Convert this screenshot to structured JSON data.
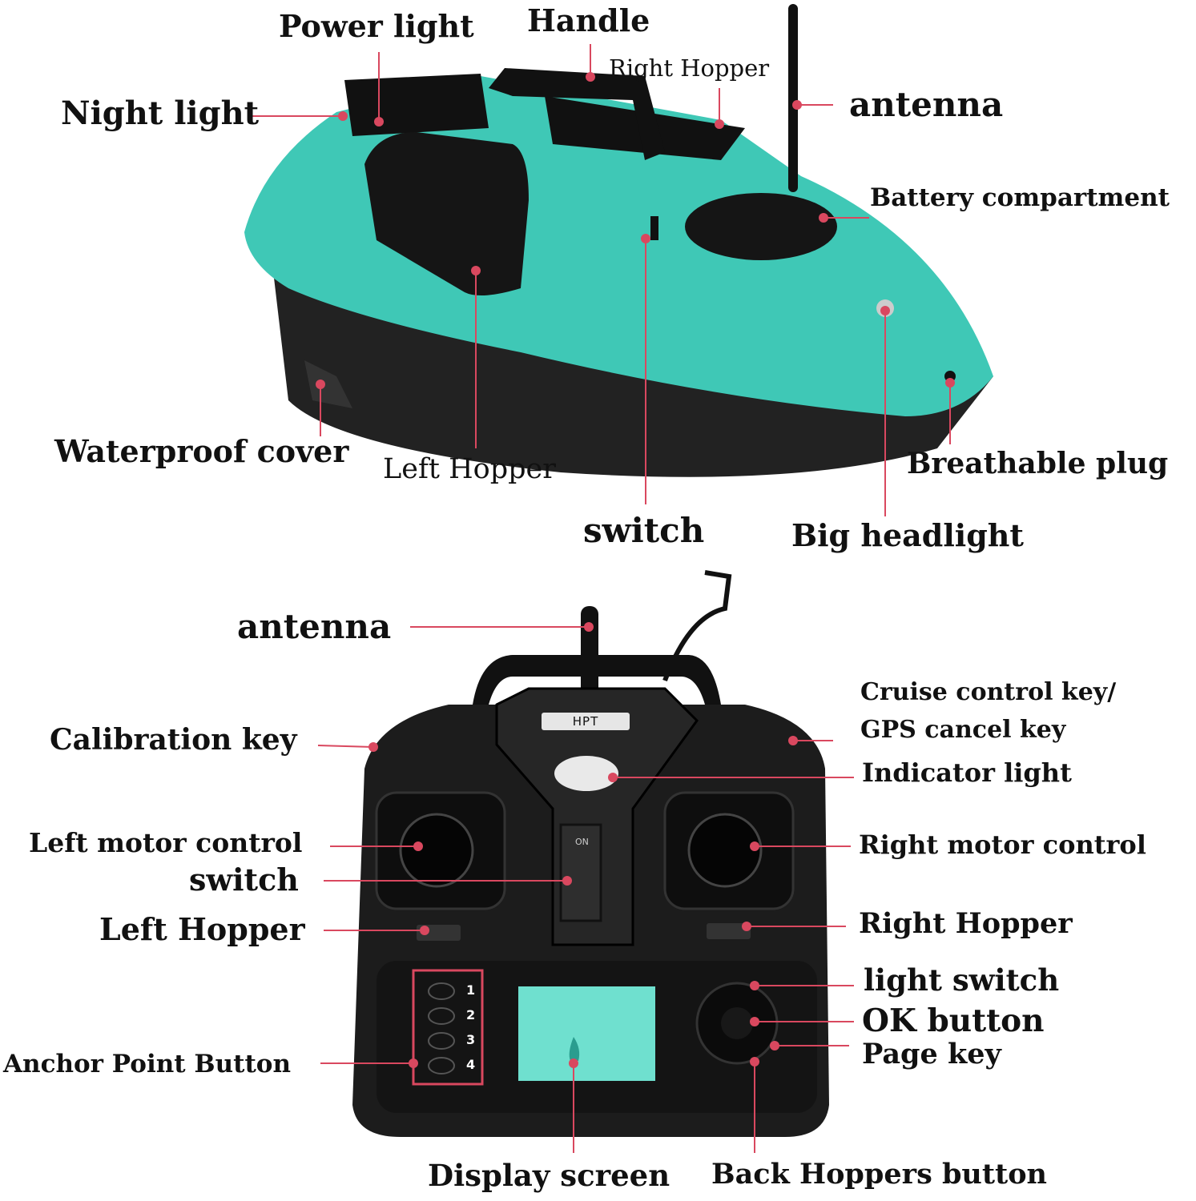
{
  "boat": {
    "labels": {
      "power_light": "Power light",
      "handle": "Handle",
      "right_hopper": "Right Hopper",
      "night_light": "Night light",
      "antenna": "antenna",
      "battery_compartment": "Battery compartment",
      "waterproof_cover": "Waterproof cover",
      "left_hopper": "Left Hopper",
      "breathable_plug": "Breathable  plug",
      "switch": "switch",
      "big_headlight": "Big headlight"
    }
  },
  "remote": {
    "brand": "HPT",
    "on_mark": "ON",
    "anchor_numbers": [
      "1",
      "2",
      "3",
      "4"
    ],
    "labels": {
      "antenna": "antenna",
      "calibration_key": "Calibration key",
      "cruise_control_key": "Cruise control key/",
      "gps_cancel_key": "GPS cancel key",
      "indicator_light": "Indicator light",
      "left_motor_control": "Left motor control",
      "switch": "switch",
      "right_motor_control": "Right motor control",
      "left_hopper": "Left Hopper",
      "right_hopper": "Right Hopper",
      "light_switch": "light switch",
      "ok_button": "OK button",
      "page_key": "Page key",
      "anchor_point_button": "Anchor Point Button",
      "display_screen": "Display screen",
      "back_hoppers_button": "Back Hoppers button"
    }
  },
  "colors": {
    "leader": "#d9485f",
    "teal": "#3fc8b6",
    "body": "#1c1c1c",
    "screen": "#6fe0cf"
  }
}
